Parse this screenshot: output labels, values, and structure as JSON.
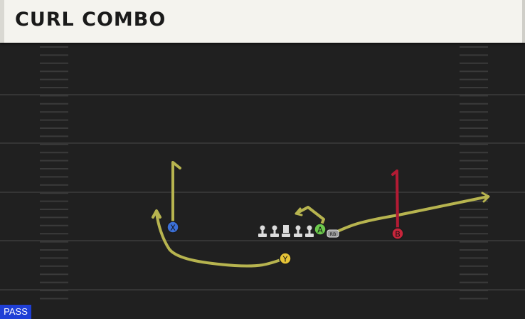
{
  "play": {
    "title": "CURL COMBO",
    "type_label": "PASS"
  },
  "players": {
    "x": {
      "button": "X",
      "color": "#3b6fd6"
    },
    "y": {
      "button": "Y",
      "color": "#e6c437"
    },
    "a": {
      "button": "A",
      "color": "#6cc94c"
    },
    "b": {
      "button": "B",
      "color": "#c8253b"
    },
    "rb": {
      "label": "RB"
    }
  },
  "colors": {
    "route": "#b7b44f",
    "route_b": "#b31b34",
    "line": "#dcdcdc",
    "field": "#202020",
    "yard_line": "#333333"
  }
}
